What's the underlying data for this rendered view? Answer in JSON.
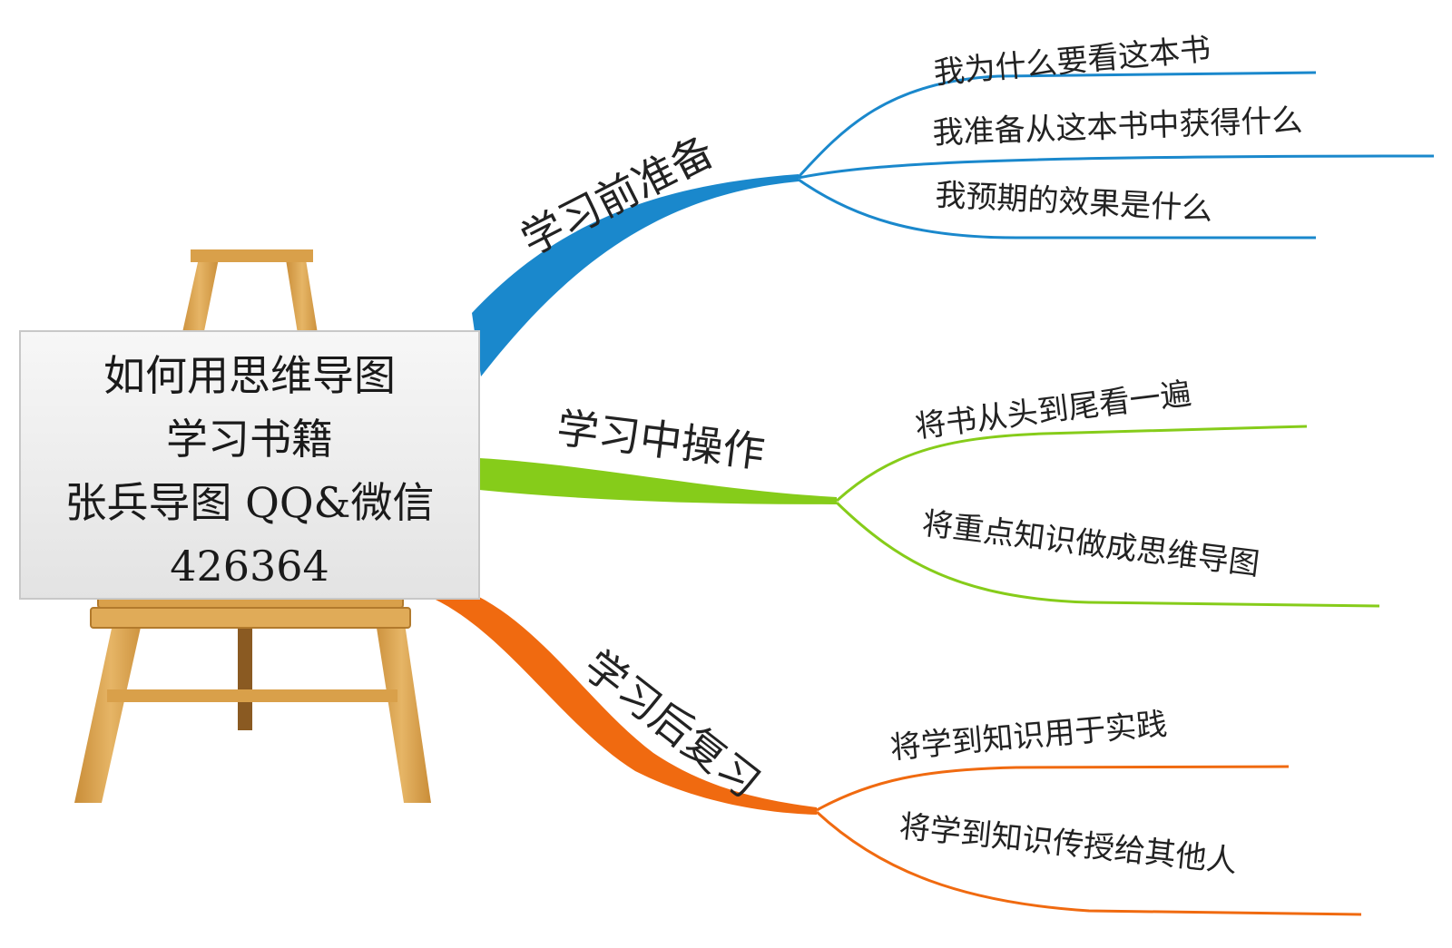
{
  "central": {
    "title_lines": [
      "如何用思维导图",
      "学习书籍",
      "张兵导图 QQ&微信",
      "426364"
    ]
  },
  "branches": [
    {
      "label": "学习前准备",
      "color": "#1a88cc",
      "children": [
        "我为什么要看这本书",
        "我准备从这本书中获得什么",
        "我预期的效果是什么"
      ]
    },
    {
      "label": "学习中操作",
      "color": "#86cc1a",
      "children": [
        "将书从头到尾看一遍",
        "将重点知识做成思维导图"
      ]
    },
    {
      "label": "学习后复习",
      "color": "#f06a10",
      "children": [
        "将学到知识用于实践",
        "将学到知识传授给其他人"
      ]
    }
  ],
  "easel": {
    "wood_color": "#d9a04a",
    "wood_dark": "#b27a2c",
    "board_color": "#efefef"
  }
}
